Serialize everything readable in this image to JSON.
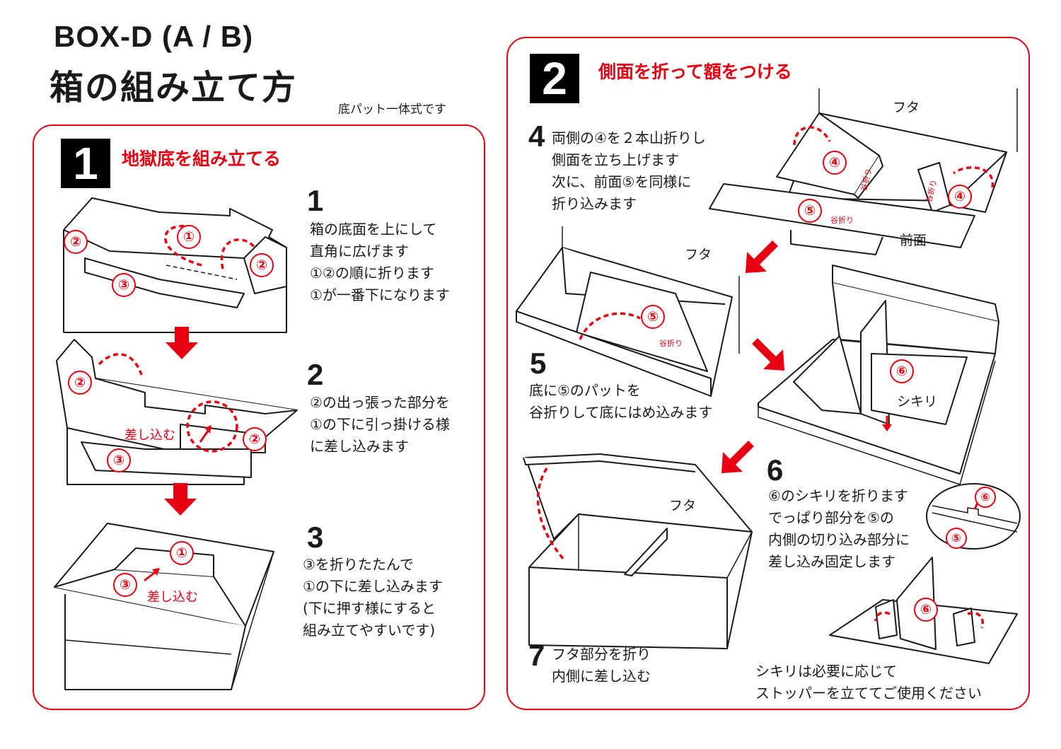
{
  "header": {
    "title_line1": "BOX-D (A / B)",
    "title_line2": "箱の組み立て方",
    "note": "底パット一体式です"
  },
  "section1": {
    "badge": "1",
    "title": "地獄底を組み立てる",
    "steps": [
      {
        "num": "1",
        "text": "箱の底面を上にして\n直角に広げます\n①②の順に折ります\n①が一番下になります"
      },
      {
        "num": "2",
        "text": "②の出っ張った部分を\n①の下に引っ掛ける様\nに差し込みます"
      },
      {
        "num": "3",
        "text": "③を折りたたんで\n①の下に差し込みます\n(下に押す様にすると\n組み立てやすいです)"
      }
    ],
    "labels": {
      "c1": "①",
      "c2": "②",
      "c3": "③",
      "insert": "差し込む"
    }
  },
  "section2": {
    "badge": "2",
    "title": "側面を折って額をつける",
    "steps": [
      {
        "num": "4",
        "text": "両側の④を２本山折りし\n側面を立ち上げます\n次に、前面⑤を同様に\n折り込みます"
      },
      {
        "num": "5",
        "text": "底に⑤のパットを\n谷折りして底にはめ込みます"
      },
      {
        "num": "6",
        "text": "⑥のシキリを折ります\nでっぱり部分を⑤の\n内側の切り込み部分に\n差し込み固定します"
      },
      {
        "num": "7",
        "text": "フタ部分を折り\n内側に差し込む"
      }
    ],
    "labels": {
      "c4": "④",
      "c5": "⑤",
      "c6": "⑥",
      "lid": "フタ",
      "front": "前面",
      "valley_fold": "谷折り",
      "divider": "シキリ"
    },
    "footnote": "シキリは必要に応じて\nストッパーを立ててご使用ください"
  },
  "colors": {
    "accent": "#e60012",
    "ink": "#1a1a1a",
    "badge_bg": "#000000"
  }
}
